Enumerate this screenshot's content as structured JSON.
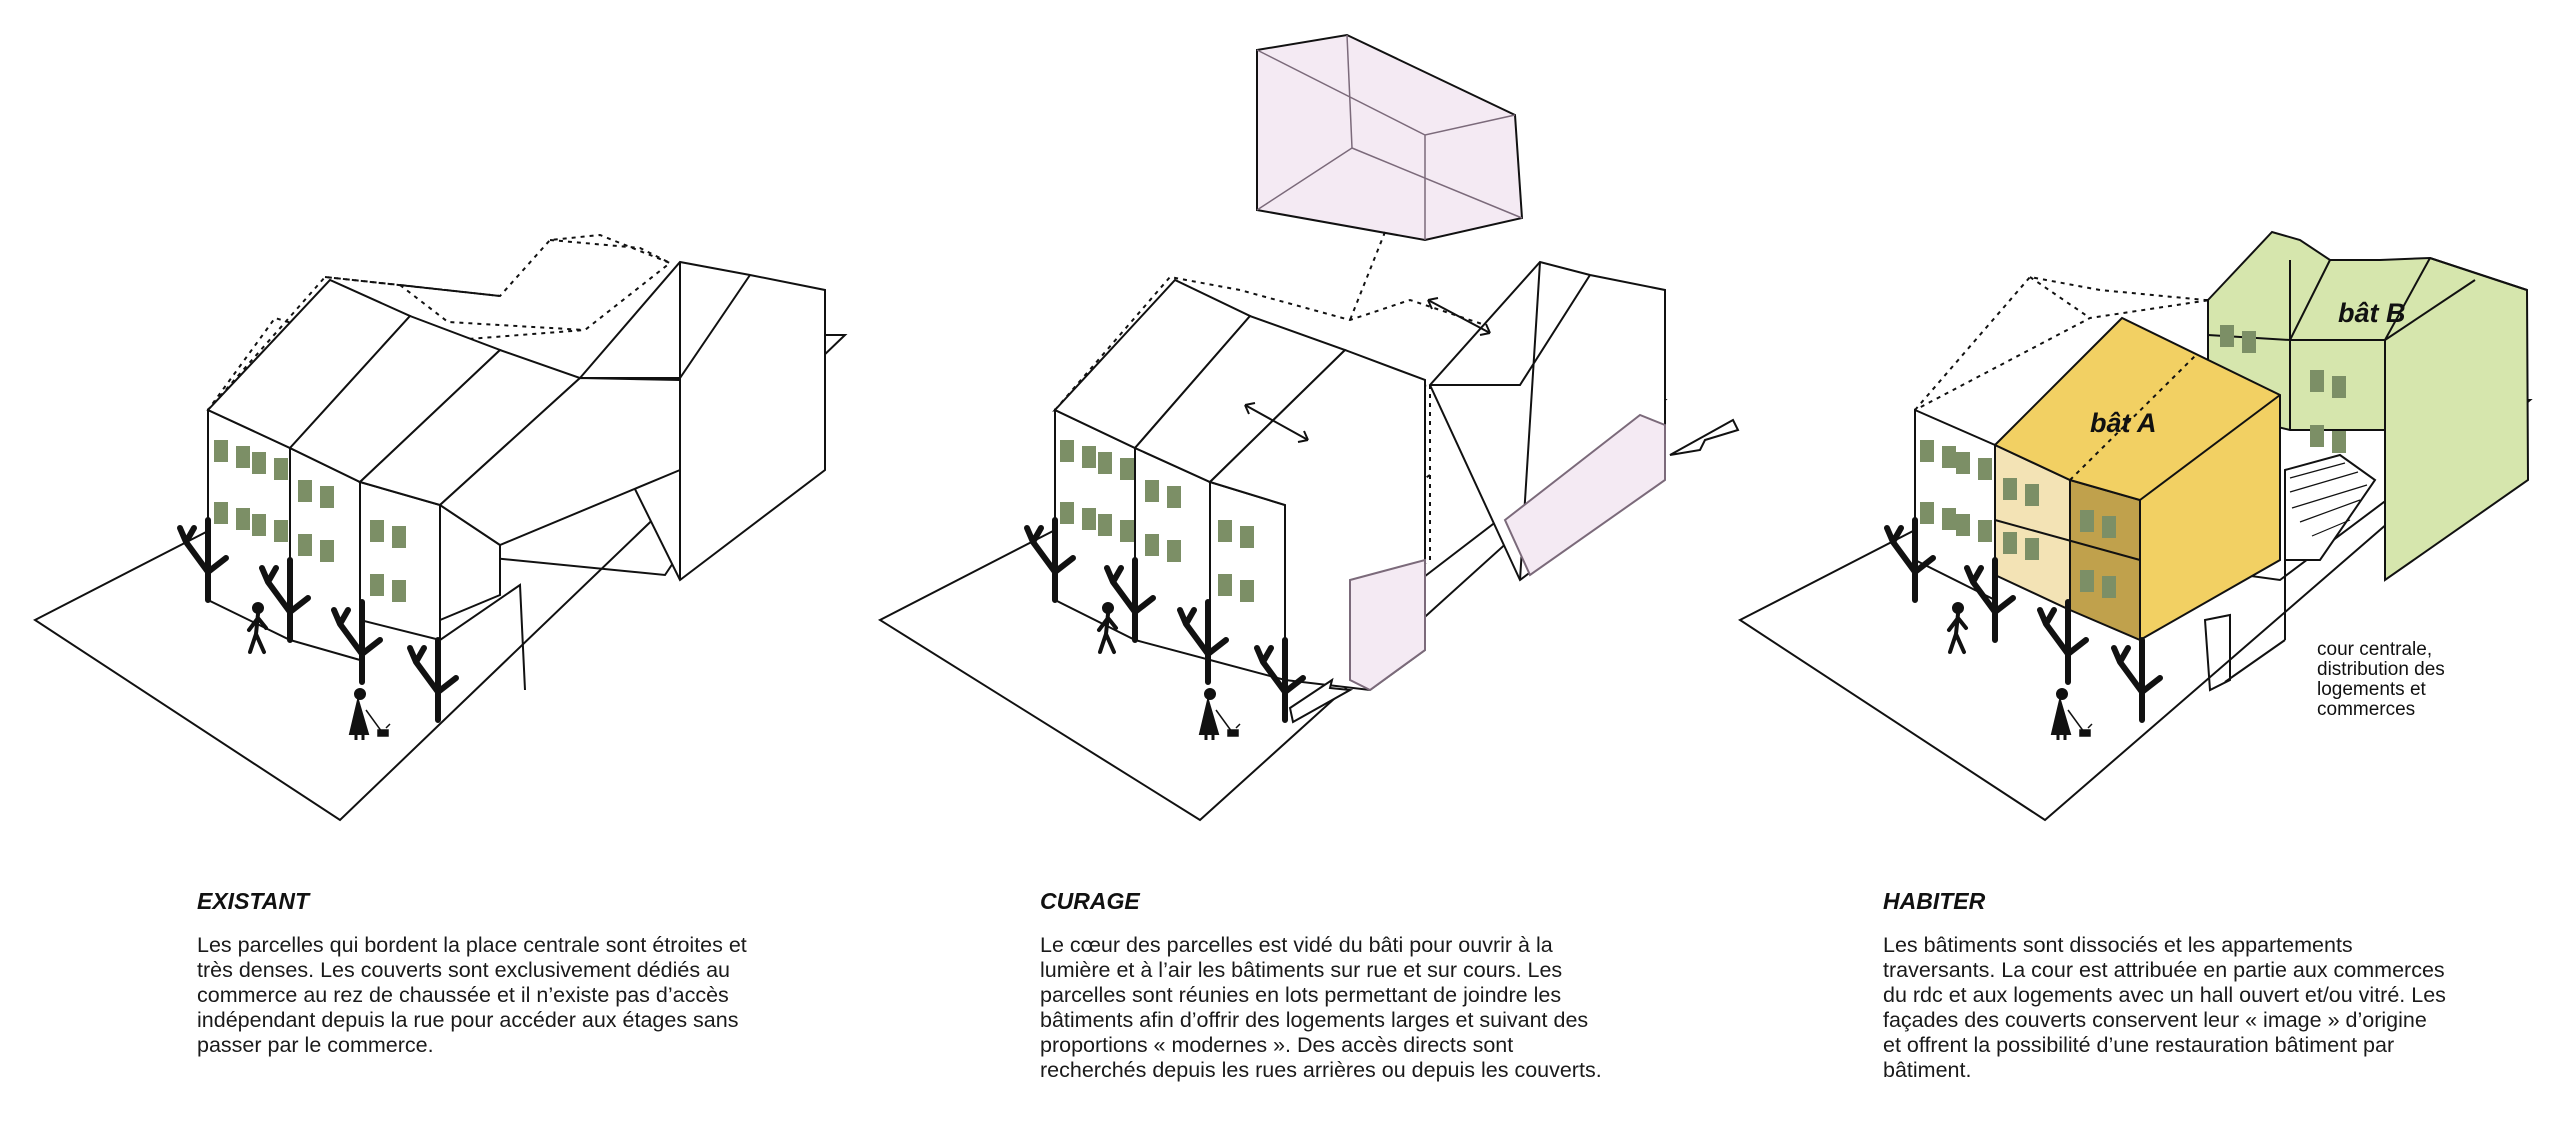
{
  "colors": {
    "line": "#111111",
    "window": "#7c8f66",
    "removed_volume": "#f4eaf3",
    "removed_stroke": "#7b6a7a",
    "building_a_roof": "#f2d063",
    "building_a_front": "#f3e3b5",
    "building_a_side": "#c0a14c",
    "building_b": "#d6e6ad"
  },
  "panels": [
    {
      "id": "existant",
      "title": "EXISTANT",
      "body": "Les parcelles qui bordent la place centrale sont étroites et très denses. Les couverts sont exclusivement dédiés au commerce au rez de chaussée et il n’existe pas d’accès indépendant depuis la rue pour accéder aux étages sans passer par le commerce."
    },
    {
      "id": "curage",
      "title": "CURAGE",
      "body": "Le cœur des parcelles est vidé du bâti pour ouvrir à la lumière et à l’air les bâtiments sur rue et sur cours. Les parcelles sont réunies en lots permettant de joindre les bâtiments afin d’offrir des logements larges et suivant des proportions « modernes ». Des accès directs sont recherchés depuis les rues arrières ou depuis les couverts."
    },
    {
      "id": "habiter",
      "title": "HABITER",
      "body": "Les bâtiments sont dissociés et les appartements traversants. La cour est attribuée en partie aux commerces du rdc et aux logements avec un hall ouvert et/ou vitré. Les façades des couverts conservent leur « image » d’origine et offrent la possibilité d’une restauration bâtiment par bâtiment."
    }
  ],
  "labels": {
    "bat_a": "bât A",
    "bat_b": "bât B",
    "cour": [
      "cour centrale,",
      "distribution des",
      "logements et",
      "commerces"
    ]
  },
  "icons": [
    "tree-icon",
    "pedestrian-icon",
    "pedestrian-with-dog-icon",
    "arrow-icon"
  ]
}
